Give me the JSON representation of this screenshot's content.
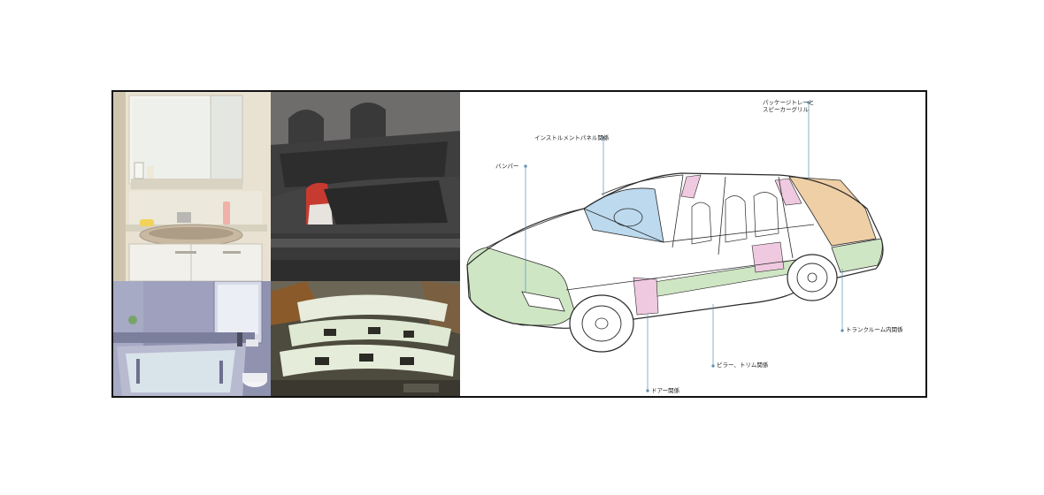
{
  "labels": {
    "package_tray_line1": "パッケージトレーと",
    "package_tray_line2": "スピーカーグリル",
    "instrument_panel": "インストルメントパネル関係",
    "bumper": "バンパー",
    "trunk_room": "トランクルーム内関係",
    "pillar_trim": "ピラー、トリム関係",
    "door": "ドアー関係"
  },
  "colors": {
    "frame_border": "#111111",
    "highlight_green": "#cfe6c4",
    "highlight_pink": "#efc9df",
    "highlight_orange": "#efcfa6",
    "highlight_blue": "#bcd9ee",
    "leader_line": "#5b8fb4"
  },
  "photos": [
    {
      "name": "bathroom-vanity-photo"
    },
    {
      "name": "car-trunk-photo"
    },
    {
      "name": "bathtub-photo"
    },
    {
      "name": "bumper-parts-photo"
    }
  ]
}
